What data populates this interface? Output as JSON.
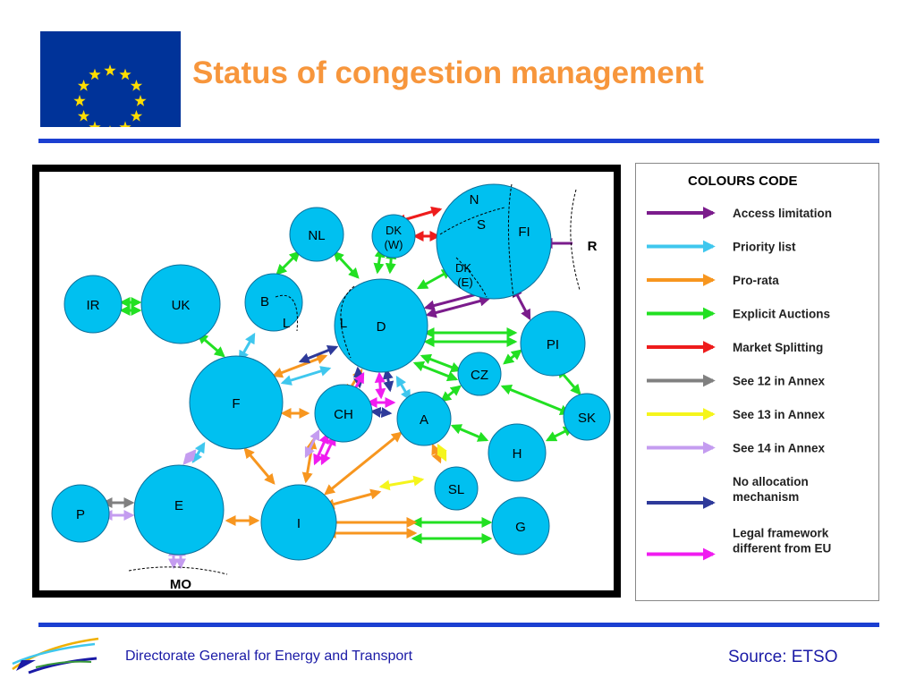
{
  "title": "Status of congestion management",
  "footer": {
    "organization": "Directorate General for Energy and Transport",
    "source": "Source: ETSO"
  },
  "diagram": {
    "nodes": {
      "IR": "IR",
      "UK": "UK",
      "NL": "NL",
      "DKW_1": "DK",
      "DKW_2": "(W)",
      "N": "N",
      "S": "S",
      "FI": "FI",
      "DKE_1": "DK",
      "DKE_2": "(E)",
      "R": "R",
      "B": "B",
      "B_L": "L",
      "D": "D",
      "D_L": "L",
      "PI": "PI",
      "F": "F",
      "CH": "CH",
      "A": "A",
      "CZ": "CZ",
      "SK": "SK",
      "H": "H",
      "SL": "SL",
      "P": "P",
      "E": "E",
      "I": "I",
      "G": "G",
      "MO": "MO"
    },
    "colors": {
      "node_fill": "#00c0f0",
      "access_limitation": "#7b1c8c",
      "priority_list": "#3fc7ee",
      "pro_rata": "#f7961f",
      "explicit_auctions": "#22e022",
      "market_splitting": "#ee1c1c",
      "see_12": "#808080",
      "see_13": "#f5f51c",
      "see_14": "#c49cf0",
      "no_allocation": "#2e3a9a",
      "legal_framework": "#f01cf0"
    }
  },
  "legend": {
    "title": "COLOURS CODE",
    "items": [
      {
        "label": "Access limitation",
        "color": "#7b1c8c"
      },
      {
        "label": "Priority list",
        "color": "#3fc7ee"
      },
      {
        "label": "Pro-rata",
        "color": "#f7961f"
      },
      {
        "label": "Explicit Auctions",
        "color": "#22e022"
      },
      {
        "label": "Market Splitting",
        "color": "#ee1c1c"
      },
      {
        "label": "See 12 in Annex",
        "color": "#808080"
      },
      {
        "label": "See 13 in Annex",
        "color": "#f5f51c"
      },
      {
        "label": "See 14 in Annex",
        "color": "#c49cf0"
      },
      {
        "label": "No allocation",
        "label2": "mechanism",
        "color": "#2e3a9a"
      },
      {
        "label": "Legal framework",
        "label2": "different from EU",
        "color": "#f01cf0"
      }
    ]
  }
}
